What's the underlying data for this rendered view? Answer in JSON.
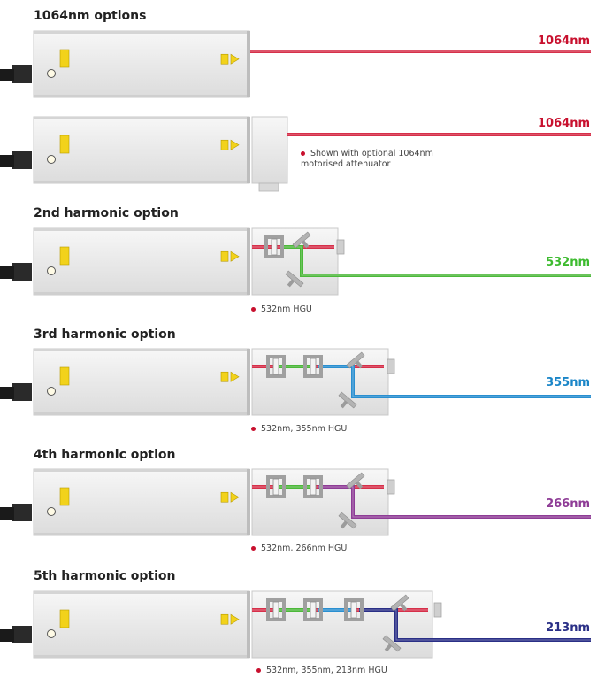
{
  "sections": [
    {
      "title": "1064nm options",
      "label": "1064nm",
      "color": "#c8102e"
    },
    {
      "title": "",
      "label": "1064nm",
      "color": "#c8102e",
      "note": "Shown with optional 1064nm motorised attenuator"
    },
    {
      "title": "2nd harmonic option",
      "label": "532nm",
      "color": "#3dbb2f",
      "note": "532nm HGU"
    },
    {
      "title": "3rd harmonic option",
      "label": "355nm",
      "color": "#1b86c8",
      "note": "532nm, 355nm HGU"
    },
    {
      "title": "4th harmonic option",
      "label": "266nm",
      "color": "#8e3c96",
      "note": "532nm, 266nm HGU"
    },
    {
      "title": "5th harmonic option",
      "label": "213nm",
      "color": "#2a2f86",
      "note": "532nm, 355nm, 213nm HGU"
    }
  ],
  "colors": {
    "ir": "#d6304a",
    "green": "#4cb83a",
    "uv355": "#2a8fd0",
    "uv266": "#8e3c96",
    "uv213": "#2a2f86",
    "housing": "#ededed",
    "warning": "#f2d21b",
    "bullet": "#c8102e"
  }
}
